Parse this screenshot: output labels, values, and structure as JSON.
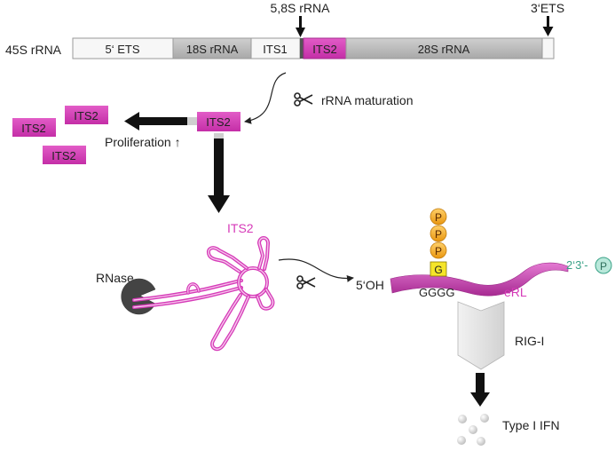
{
  "precursor": {
    "label": "45S rRNA",
    "segments": {
      "ets5": "5‘ ETS",
      "s18": "18S rRNA",
      "its1": "ITS1",
      "its2": "ITS2",
      "s28": "28S rRNA"
    },
    "marker_58s": "5,8S rRNA",
    "marker_3ets": "3‘ETS"
  },
  "maturation": {
    "label": "rRNA maturation",
    "product": "ITS2"
  },
  "proliferation": {
    "label": "Proliferation ↑",
    "copies": [
      "ITS2",
      "ITS2",
      "ITS2"
    ]
  },
  "degradation": {
    "rnase_label": "RNase",
    "hairpin_label": "ITS2"
  },
  "erl": {
    "five_prime": "5‘OH",
    "phosphates": [
      "P",
      "P",
      "P"
    ],
    "g_cap": "G",
    "gggg": "GGGG",
    "name": "eRL",
    "three_prime": "2‘3‘-",
    "three_prime_p": "P"
  },
  "sensing": {
    "receptor": "RIG-I",
    "output": "Type I IFN"
  },
  "colors": {
    "its2": "#d63ab8",
    "rrna_gray": "#b3b3b3",
    "phosphate": "#f2a81d",
    "g_box": "#f5e52a",
    "teal": "#3aa287",
    "teal_fill": "#b9e8da"
  }
}
